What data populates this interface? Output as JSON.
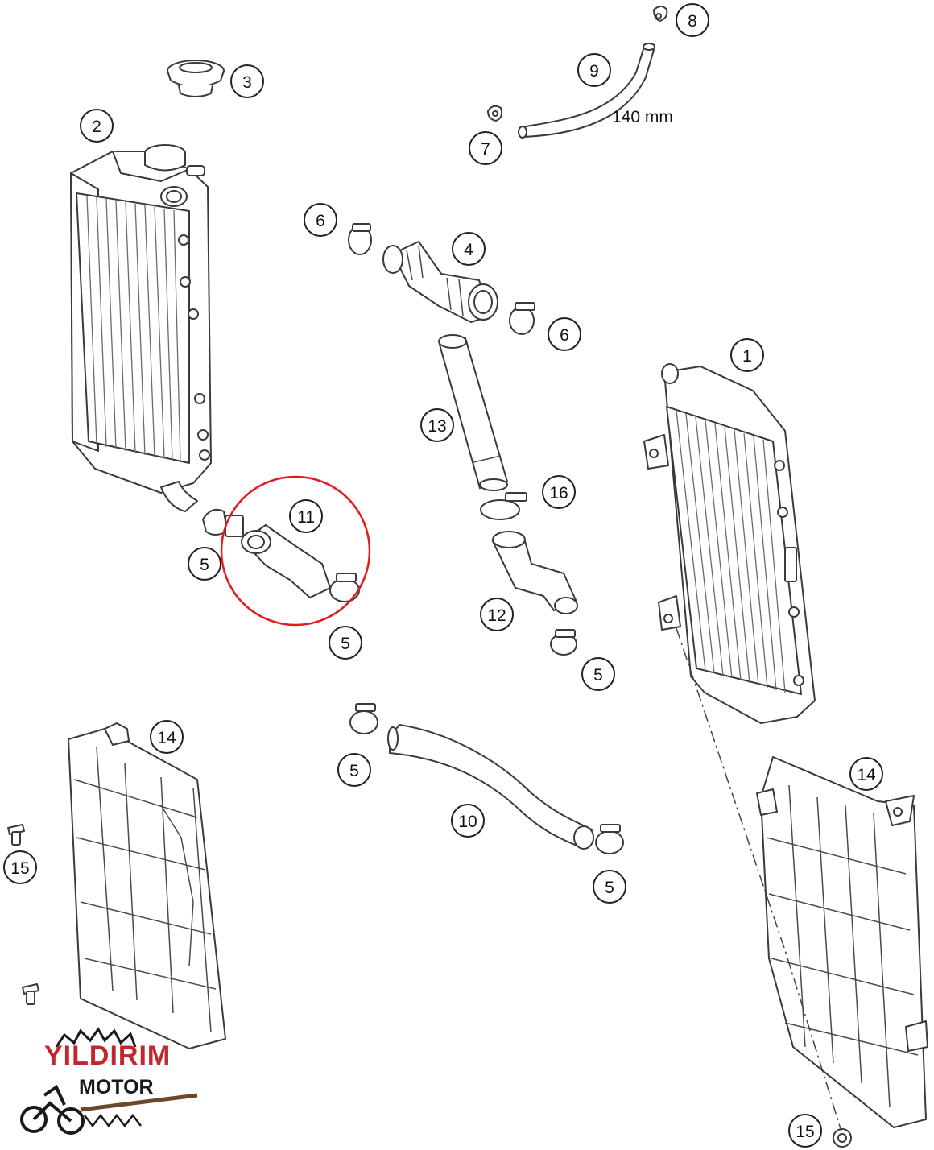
{
  "callouts": {
    "c1": "1",
    "c2": "2",
    "c3": "3",
    "c4": "4",
    "c5a": "5",
    "c5b": "5",
    "c5c": "5",
    "c5d": "5",
    "c5e": "5",
    "c6a": "6",
    "c6b": "6",
    "c7": "7",
    "c8": "8",
    "c9": "9",
    "c10": "10",
    "c11": "11",
    "c12": "12",
    "c13": "13",
    "c14a": "14",
    "c14b": "14",
    "c15a": "15",
    "c15b": "15",
    "c16": "16"
  },
  "dimension_label": "140 mm",
  "highlight_color": "#e01b24",
  "logo": {
    "line1": "YILDIRIM",
    "line2": "MOTOR",
    "accent_color": "#c2272d"
  }
}
